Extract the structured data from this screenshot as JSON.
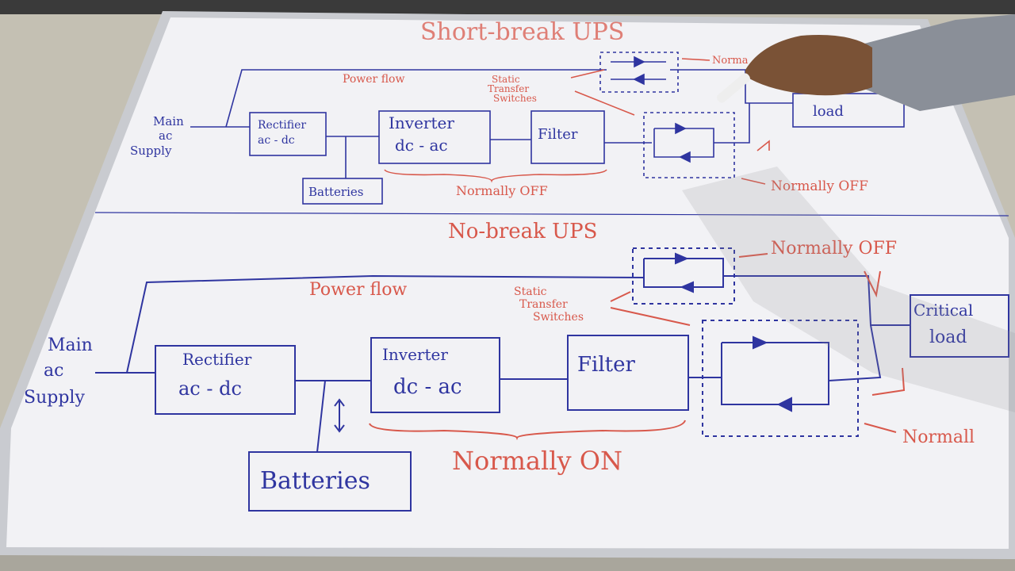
{
  "colors": {
    "ink_blue": "#2f35a0",
    "ink_red": "#d8584b",
    "board": "#f2f2f5",
    "frame": "#c9cbd0"
  },
  "top": {
    "title": "Short-break UPS",
    "power_flow": "Power flow",
    "main_supply": [
      "Main",
      "ac",
      "Supply"
    ],
    "rectifier": [
      "Rectifier",
      "ac - dc"
    ],
    "inverter": [
      "Inverter",
      "dc - ac"
    ],
    "filter": "Filter",
    "batteries": "Batteries",
    "static_switches": [
      "Static",
      "Transfer",
      "Switches"
    ],
    "load": "load",
    "normally_top": "Norma",
    "normally_off_inv": "Normally OFF",
    "normally_off_sw": "Normally OFF"
  },
  "bottom": {
    "title": "No-break UPS",
    "power_flow": "Power flow",
    "main_supply": [
      "Main",
      "ac",
      "Supply"
    ],
    "rectifier": [
      "Rectifier",
      "ac - dc"
    ],
    "inverter": [
      "Inverter",
      "dc - ac"
    ],
    "filter": "Filter",
    "batteries": "Batteries",
    "static_switches": [
      "Static",
      "Transfer",
      "Switches"
    ],
    "critical_load": [
      "Critical",
      "load"
    ],
    "normally_off": "Normally OFF",
    "normally_on": "Normally ON",
    "normally_right": "Normall"
  }
}
